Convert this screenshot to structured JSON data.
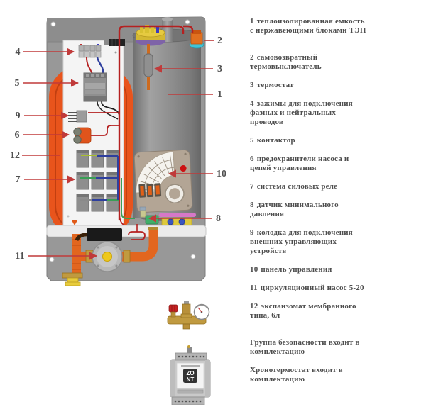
{
  "figure": {
    "type": "electric-boiler-internal-components-diagram",
    "language": "ru"
  },
  "callouts": {
    "left": [
      "4",
      "5",
      "9",
      "6",
      "12",
      "7",
      "11"
    ],
    "right": [
      "2",
      "3",
      "1",
      "10",
      "8"
    ]
  },
  "legend": {
    "items": [
      {
        "num": "1",
        "text": "теплоизолированная емкость\nс нержавеющими блоками ТЭН"
      },
      {
        "num": "2",
        "text": "самовозвратный\nтермовыключатель"
      },
      {
        "num": "3",
        "text": "термостат"
      },
      {
        "num": "4",
        "text": "зажимы для подключения\nфазных и нейтральных\nпроводов"
      },
      {
        "num": "5",
        "text": "контактор"
      },
      {
        "num": "6",
        "text": "предохранители насоса и\nцепей управления"
      },
      {
        "num": "7",
        "text": "система силовых реле"
      },
      {
        "num": "8",
        "text": "датчик минимального\nдавления"
      },
      {
        "num": "9",
        "text": "колодка для подключения\nвнешних управляющих\nустройств"
      },
      {
        "num": "10",
        "text": "панель управления"
      },
      {
        "num": "11",
        "text": "циркуляционный насос 5-20"
      },
      {
        "num": "12",
        "text": "экспанзомат мембранного\nтипа, 6л"
      }
    ],
    "notes": [
      "Группа безопасности входит в\nкомплектацию",
      "Хронотермостат входит в\nкомплектацию"
    ]
  },
  "zont": {
    "line1": "ZO",
    "line2": "NT"
  },
  "colors": {
    "callout_line": "#c03a3a",
    "text": "#4e4e4e",
    "vessel_orange": "#e8541c",
    "pipe_orange": "#e2661f",
    "tank_grey": "#8f8f8f",
    "backplate_grey": "#989898",
    "panel_white": "#f4f4f4",
    "brass": "#c09a40",
    "safety_valve_red": "#c32222",
    "thermoswitch_cyan": "#3fc4d8",
    "pump_center_yellow": "#eec81c",
    "green_fitting": "#3fae68",
    "magenta_pipe": "#d678c8"
  }
}
